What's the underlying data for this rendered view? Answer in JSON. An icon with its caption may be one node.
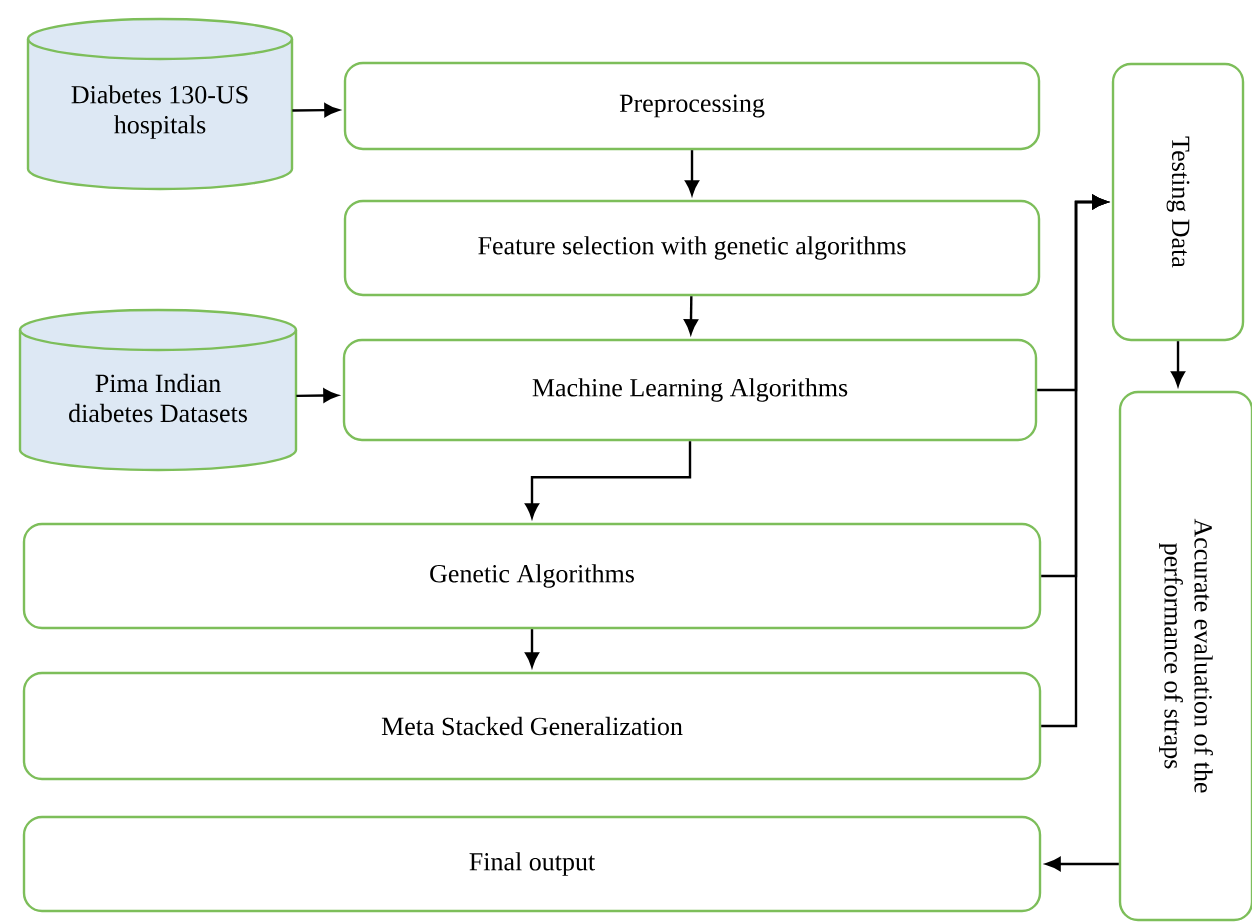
{
  "diagram": {
    "nodes": [
      {
        "text": [
          "Diabetes 130-US hospitals"
        ]
      },
      {
        "text": [
          "Preprocessing"
        ]
      },
      {
        "text": [
          "Feature selection with genetic algorithms"
        ]
      },
      {
        "text": [
          "Pima Indian diabetes Datasets"
        ]
      },
      {
        "text": [
          "Machine Learning Algorithms"
        ]
      },
      {
        "text": [
          "Genetic Algorithms"
        ]
      },
      {
        "text": [
          "Meta Stacked Generalization"
        ]
      },
      {
        "text": [
          "Final output"
        ]
      },
      {
        "text": [
          "Testing Data"
        ]
      },
      {
        "text": [
          "Accurate evaluation of the performance of straps"
        ]
      }
    ],
    "edges": [
      {
        "from": 0,
        "to": 1,
        "arrow": "to"
      },
      {
        "from": 1,
        "to": 2,
        "arrow": "to"
      },
      {
        "from": 2,
        "to": 4,
        "arrow": "to"
      },
      {
        "from": 3,
        "to": 4,
        "arrow": "to"
      },
      {
        "from": 4,
        "to": 5,
        "arrow": "to"
      },
      {
        "from": 5,
        "to": 6,
        "arrow": "to"
      },
      {
        "from": 4,
        "to": 8,
        "arrow": "to"
      },
      {
        "from": 5,
        "to": 8,
        "arrow": "to"
      },
      {
        "from": 6,
        "to": 8,
        "arrow": "to"
      },
      {
        "from": 8,
        "to": 9,
        "arrow": "to"
      },
      {
        "from": 9,
        "to": 7,
        "arrow": "to"
      }
    ]
  }
}
